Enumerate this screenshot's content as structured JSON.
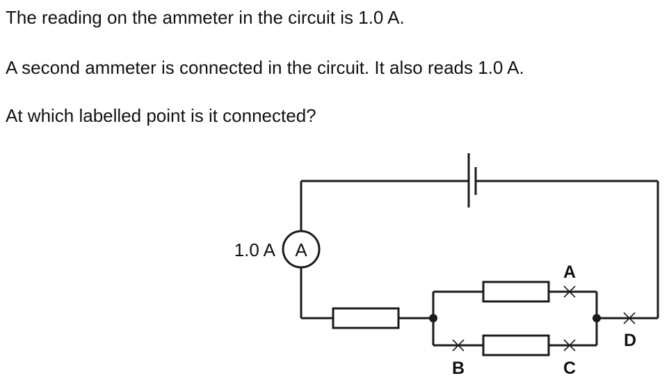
{
  "question": {
    "line1": "The reading on the ammeter in the circuit is 1.0 A.",
    "line2": "A second ammeter is connected in the circuit. It also reads 1.0 A.",
    "line3": "At which labelled point is it connected?"
  },
  "circuit": {
    "ammeter_reading": "1.0 A",
    "ammeter_symbol": "A",
    "points": {
      "A": "A",
      "B": "B",
      "C": "C",
      "D": "D"
    }
  }
}
